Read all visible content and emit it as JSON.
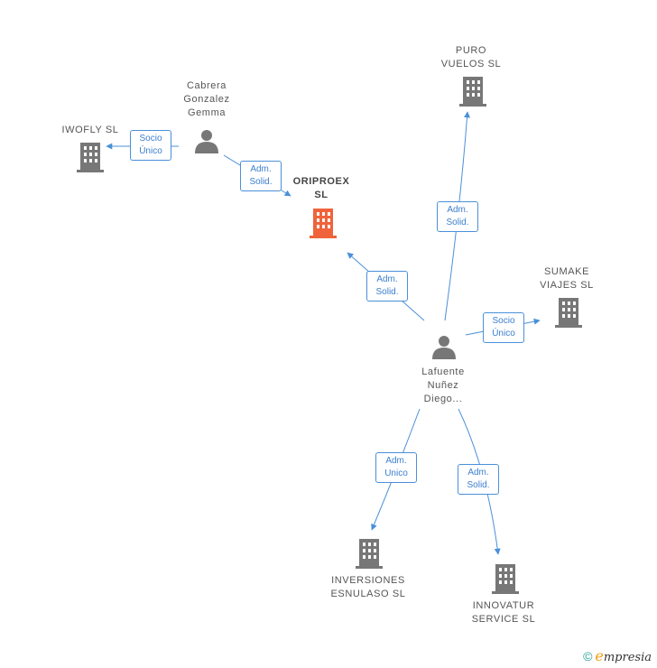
{
  "nodes": {
    "cabrera": {
      "label": "Cabrera\nGonzalez\nGemma"
    },
    "iwofly": {
      "label": "IWOFLY  SL"
    },
    "oriproex": {
      "label": "ORIPROEX\nSL"
    },
    "puro": {
      "label": "PURO\nVUELOS  SL"
    },
    "sumake": {
      "label": "SUMAKE\nVIAJES  SL"
    },
    "lafuente": {
      "label": "Lafuente\nNuñez\nDiego..."
    },
    "inversiones": {
      "label": "INVERSIONES\nESNULASO  SL"
    },
    "innovatur": {
      "label": "INNOVATUR\nSERVICE  SL"
    }
  },
  "edges": {
    "cabrera_iwofly": "Socio\nÚnico",
    "cabrera_oriproex": "Adm.\nSolid.",
    "lafuente_puro": "Adm.\nSolid.",
    "lafuente_oriproex": "Adm.\nSolid.",
    "lafuente_sumake": "Socio\nÚnico",
    "lafuente_inversiones": "Adm.\nUnico",
    "lafuente_innovatur": "Adm.\nSolid."
  },
  "colors": {
    "edge": "#4a90d9",
    "building": "#777777",
    "building_main": "#f0633a",
    "person": "#777777"
  },
  "footer": {
    "copyright": "©",
    "brand_initial": "e",
    "brand_rest": "mpresia"
  }
}
